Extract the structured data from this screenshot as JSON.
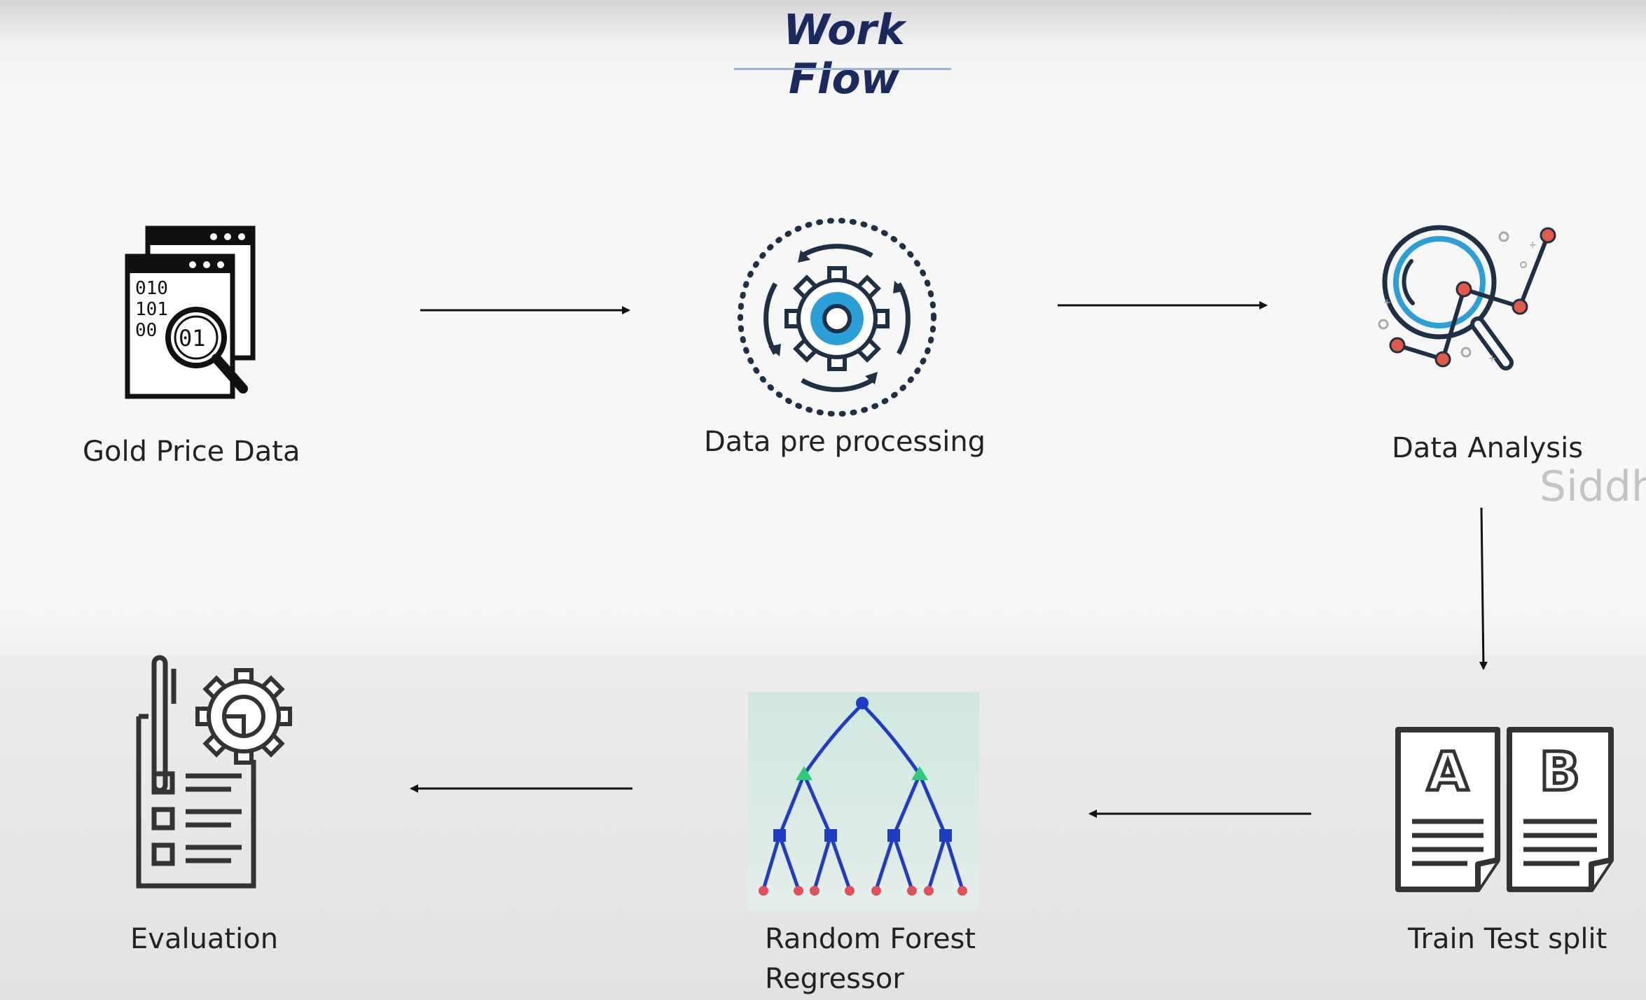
{
  "title": "Work Flow",
  "watermark": "Siddh",
  "steps": [
    {
      "label": "Gold Price Data",
      "icon": "binary-document-magnifier-icon"
    },
    {
      "label": "Data pre processing",
      "icon": "gear-cycle-icon"
    },
    {
      "label": "Data Analysis",
      "icon": "magnifier-chart-icon"
    },
    {
      "label": "Train Test split",
      "icon": "documents-a-b-icon"
    },
    {
      "label_line1": "Random Forest",
      "label_line2": "Regressor",
      "icon": "decision-tree-icon"
    },
    {
      "label": "Evaluation",
      "icon": "checklist-gear-icon"
    }
  ],
  "binary_text": [
    "010",
    "101",
    "00",
    "01"
  ],
  "doc_letters": [
    "A",
    "B"
  ],
  "colors": {
    "title": "#1a2a5e",
    "icon_dark": "#1f2f45",
    "accent_blue": "#2a9fd8",
    "accent_red": "#e05a47",
    "tree_blue": "#1e3cc4",
    "tree_green": "#2ecc7a",
    "tree_red": "#e0505a"
  }
}
